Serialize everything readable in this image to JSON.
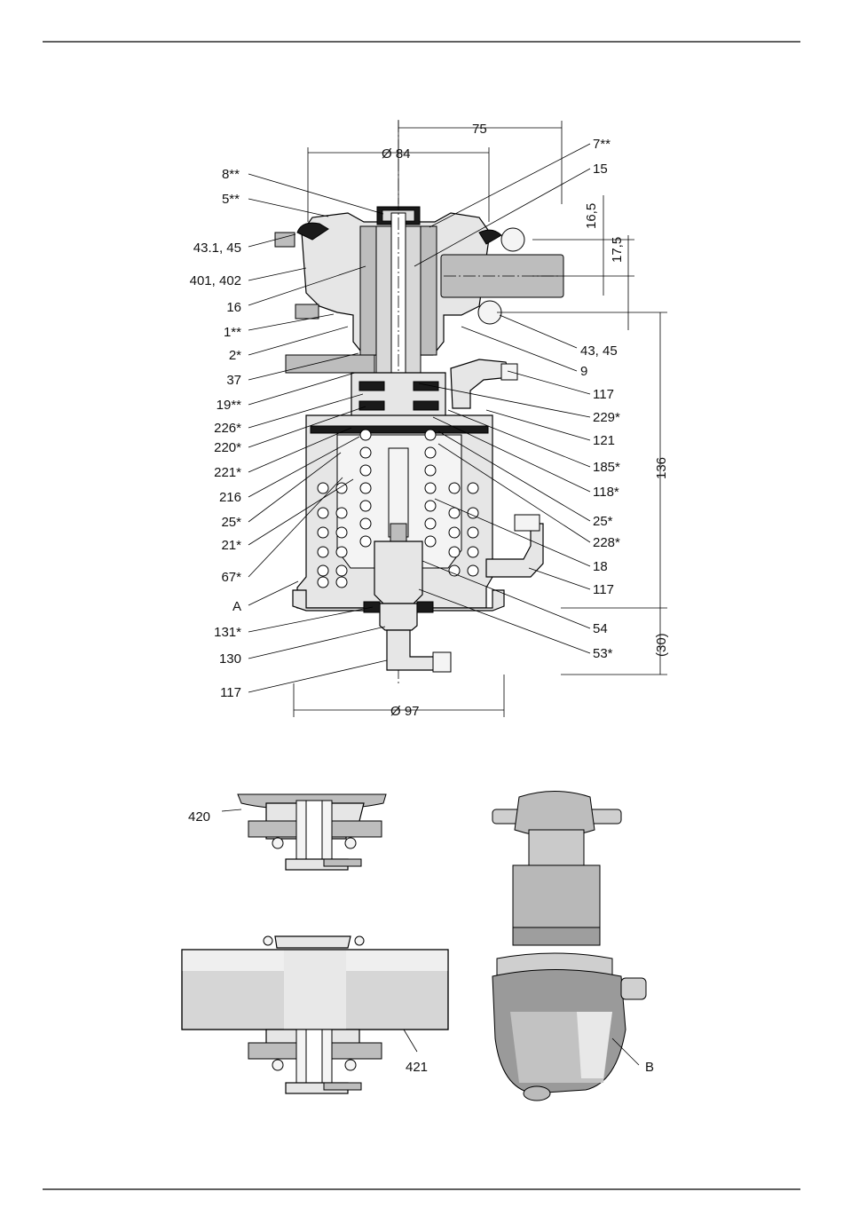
{
  "labels_left": [
    {
      "id": "l-8",
      "text": "8**"
    },
    {
      "id": "l-5",
      "text": "5**"
    },
    {
      "id": "l-43-1",
      "text": "43.1, 45"
    },
    {
      "id": "l-401",
      "text": "401, 402"
    },
    {
      "id": "l-16",
      "text": "16"
    },
    {
      "id": "l-1",
      "text": "1**"
    },
    {
      "id": "l-2",
      "text": "2*"
    },
    {
      "id": "l-37",
      "text": "37"
    },
    {
      "id": "l-19",
      "text": "19**"
    },
    {
      "id": "l-226",
      "text": "226*"
    },
    {
      "id": "l-220",
      "text": "220*"
    },
    {
      "id": "l-221",
      "text": "221*"
    },
    {
      "id": "l-216",
      "text": "216"
    },
    {
      "id": "l-25a",
      "text": "25*"
    },
    {
      "id": "l-21",
      "text": "21*"
    },
    {
      "id": "l-67",
      "text": "67*"
    },
    {
      "id": "l-A",
      "text": "A"
    },
    {
      "id": "l-131",
      "text": "131*"
    },
    {
      "id": "l-130",
      "text": "130"
    },
    {
      "id": "l-117c",
      "text": "117"
    }
  ],
  "labels_right": [
    {
      "id": "r-7",
      "text": "7**"
    },
    {
      "id": "r-15",
      "text": "15"
    },
    {
      "id": "r-43",
      "text": "43, 45"
    },
    {
      "id": "r-9",
      "text": "9"
    },
    {
      "id": "r-117a",
      "text": "117"
    },
    {
      "id": "r-229",
      "text": "229*"
    },
    {
      "id": "r-121",
      "text": "121"
    },
    {
      "id": "r-185",
      "text": "185*"
    },
    {
      "id": "r-118",
      "text": "118*"
    },
    {
      "id": "r-25b",
      "text": "25*"
    },
    {
      "id": "r-228",
      "text": "228*"
    },
    {
      "id": "r-18",
      "text": "18"
    },
    {
      "id": "r-117b",
      "text": "117"
    },
    {
      "id": "r-54",
      "text": "54"
    },
    {
      "id": "r-53",
      "text": "53*"
    }
  ],
  "dimensions": {
    "d75": "75",
    "d84": "Ø 84",
    "d97": "Ø 97",
    "d16_5": "16,5",
    "d17_5": "17,5",
    "d136": "136",
    "d30": "(30)"
  },
  "bottom_labels": {
    "l420": "420",
    "l421": "421",
    "lB": "B"
  }
}
